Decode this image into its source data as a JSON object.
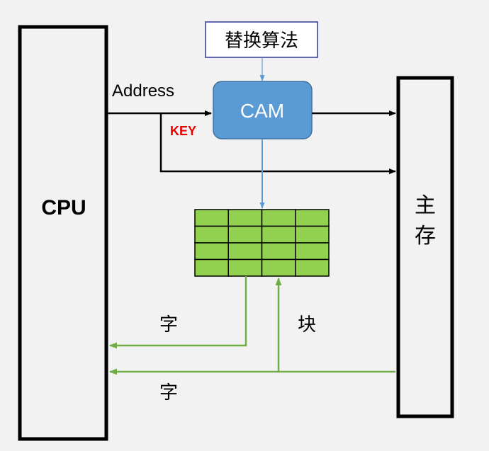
{
  "algorithm_label": "替换算法",
  "cam_label": "CAM",
  "cpu_label": "CPU",
  "memory_label_line1": "主",
  "memory_label_line2": "存",
  "address_label": "Address",
  "key_label": "KEY",
  "word_label_top": "字",
  "block_label": "块",
  "word_label_bottom": "字",
  "colors": {
    "cam_fill": "#5b9bd5",
    "cam_border": "#41719c",
    "blue_arrow": "#5b9bd5",
    "algorithm_border": "#2f3699",
    "cache_fill": "#92d050",
    "green_arrow": "#70ad47",
    "key_text": "#e60000",
    "black": "#000000"
  },
  "cache_grid": {
    "rows": 4,
    "cols": 4
  }
}
